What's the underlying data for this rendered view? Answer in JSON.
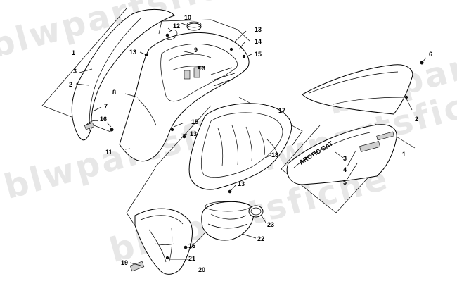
{
  "watermark": "blwpartsfiche",
  "brand_decal": "ARCTIC CAT",
  "callouts": [
    "1",
    "2",
    "3",
    "4",
    "5",
    "6",
    "7",
    "8",
    "9",
    "10",
    "11",
    "12",
    "13",
    "14",
    "15",
    "16",
    "17",
    "18",
    "19",
    "20",
    "21",
    "22",
    "23"
  ],
  "labels": {
    "n1a": "1",
    "n2a": "2",
    "n3a": "3",
    "n7": "7",
    "n16a": "16",
    "n8": "8",
    "n11": "11",
    "n12": "12",
    "n10": "10",
    "n13a": "13",
    "n9": "9",
    "n13b": "13",
    "n13c": "13",
    "n14": "14",
    "n15a": "15",
    "n15b": "15",
    "n13d": "13",
    "n17": "17",
    "n18": "18",
    "n13e": "13",
    "n6": "6",
    "n2b": "2",
    "n1b": "1",
    "n3b": "3",
    "n4": "4",
    "n5": "5",
    "n23": "23",
    "n22": "22",
    "n16b": "16",
    "n21": "21",
    "n19": "19",
    "n20": "20"
  }
}
